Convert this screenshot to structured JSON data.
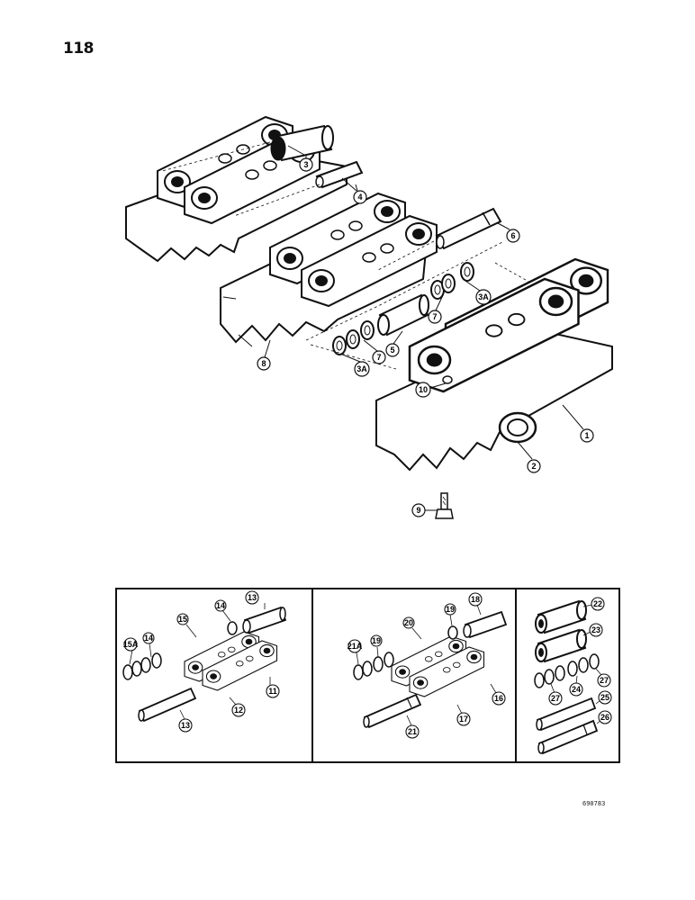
{
  "page_number": "118",
  "reference_code": "690783",
  "callouts": {
    "c1": "1",
    "c2": "2",
    "c3": "3",
    "c3a_left": "3A",
    "c3a_right": "3A",
    "c4": "4",
    "c5": "5",
    "c6": "6",
    "c7_left": "7",
    "c7_right": "7",
    "c8": "8",
    "c9": "9",
    "c10": "10",
    "c11": "11",
    "c12": "12",
    "c13_top": "13",
    "c13_bottom": "13",
    "c14_top": "14",
    "c14_left": "14",
    "c15": "15",
    "c15a": "15A",
    "c16": "16",
    "c17": "17",
    "c18": "18",
    "c19_top": "19",
    "c19_left": "19",
    "c20": "20",
    "c21": "21",
    "c21a": "21A",
    "c22": "22",
    "c23": "23",
    "c24": "24",
    "c25": "25",
    "c26": "26",
    "c27_left": "27",
    "c27_right": "27"
  }
}
